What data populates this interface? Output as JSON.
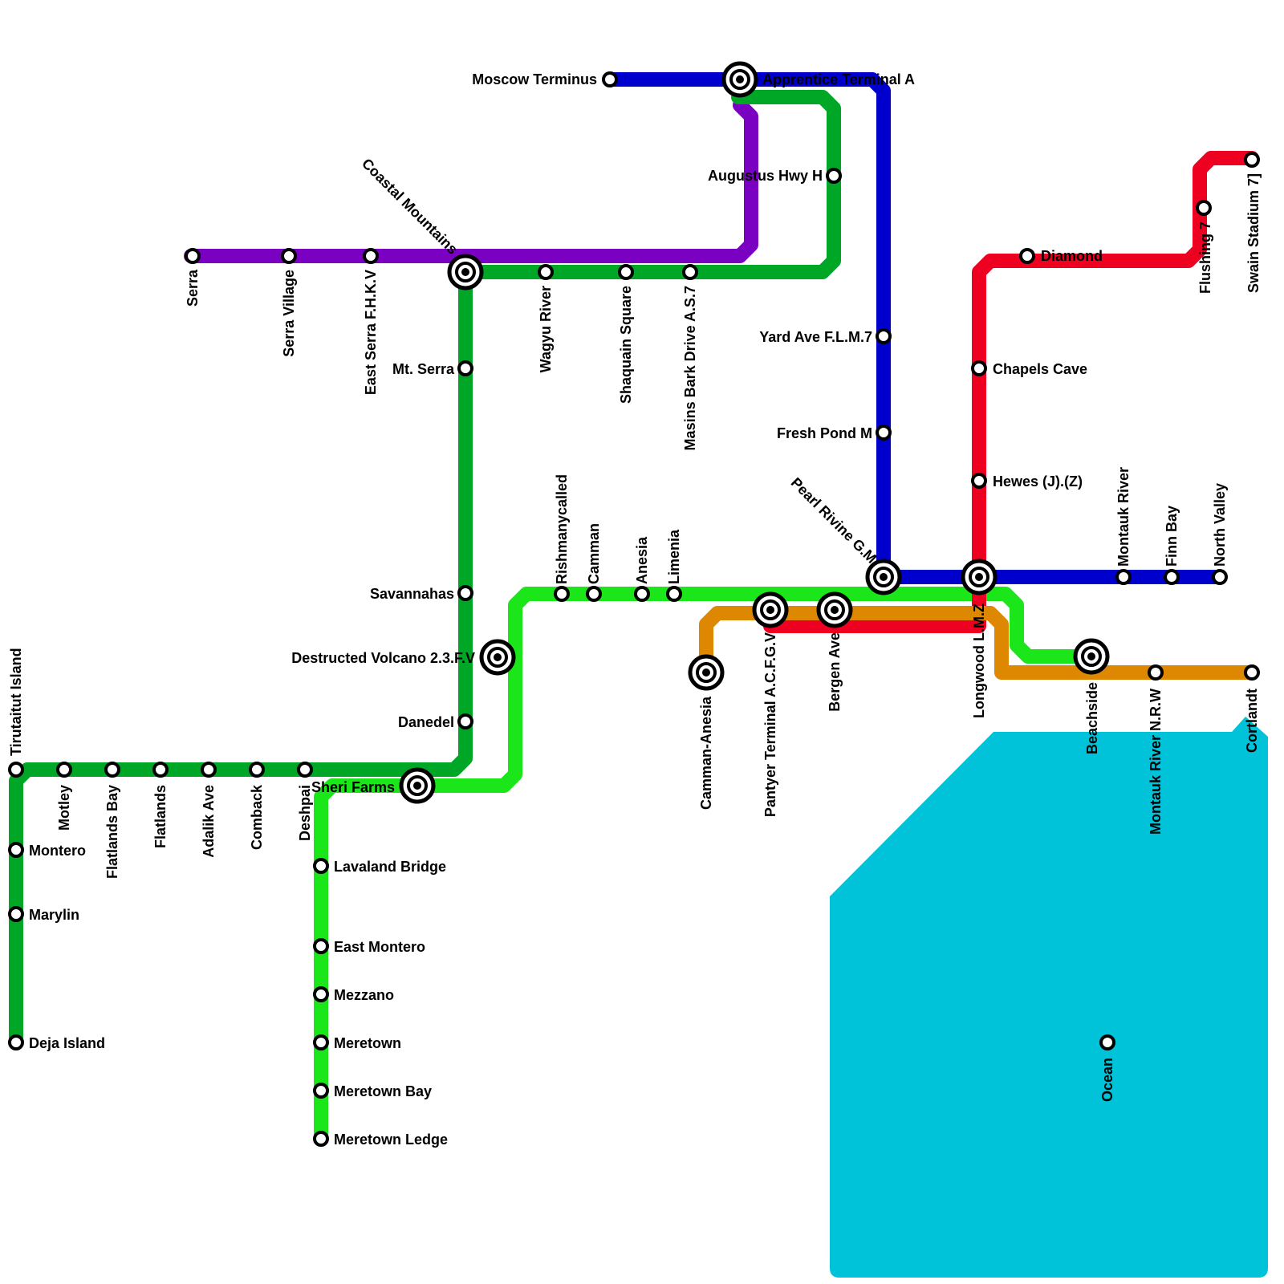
{
  "colors": {
    "dark_green": "#00a626",
    "light_green": "#1ae61a",
    "purple": "#7a00c2",
    "blue": "#0000cc",
    "red": "#ee0020",
    "orange": "#de8700",
    "water": "#00c2d9"
  },
  "lines": [
    {
      "id": "dark-green-line",
      "color": "dark_green"
    },
    {
      "id": "light-green-line",
      "color": "light_green"
    },
    {
      "id": "purple-line",
      "color": "purple"
    },
    {
      "id": "blue-line",
      "color": "blue"
    },
    {
      "id": "red-line",
      "color": "red"
    },
    {
      "id": "orange-line",
      "color": "orange"
    }
  ],
  "stations": [
    {
      "name": "Moscow Terminus",
      "interchange": false
    },
    {
      "name": "Apprentice Terminal A",
      "interchange": true
    },
    {
      "name": "Augustus Hwy H",
      "interchange": false
    },
    {
      "name": "Coastal Mountains",
      "interchange": true
    },
    {
      "name": "Serra",
      "interchange": false
    },
    {
      "name": "Serra Village",
      "interchange": false
    },
    {
      "name": "East Serra F.H.K.V",
      "interchange": false
    },
    {
      "name": "Wagyu River",
      "interchange": false
    },
    {
      "name": "Shaquain Square",
      "interchange": false
    },
    {
      "name": "Masins Bark Drive A.S.7",
      "interchange": false
    },
    {
      "name": "Mt. Serra",
      "interchange": false
    },
    {
      "name": "Savannahas",
      "interchange": false
    },
    {
      "name": "Destructed Volcano 2.3.F.V",
      "interchange": true
    },
    {
      "name": "Danedel",
      "interchange": false
    },
    {
      "name": "Tirutaitut Island",
      "interchange": false
    },
    {
      "name": "Motley",
      "interchange": false
    },
    {
      "name": "Flatlands Bay",
      "interchange": false
    },
    {
      "name": "Flatlands",
      "interchange": false
    },
    {
      "name": "Adalik Ave",
      "interchange": false
    },
    {
      "name": "Comback",
      "interchange": false
    },
    {
      "name": "Deshpai",
      "interchange": false
    },
    {
      "name": "Sheri Farms",
      "interchange": true
    },
    {
      "name": "Montero",
      "interchange": false
    },
    {
      "name": "Marylin",
      "interchange": false
    },
    {
      "name": "Deja Island",
      "interchange": false
    },
    {
      "name": "Lavaland Bridge",
      "interchange": false
    },
    {
      "name": "East Montero",
      "interchange": false
    },
    {
      "name": "Mezzano",
      "interchange": false
    },
    {
      "name": "Meretown",
      "interchange": false
    },
    {
      "name": "Meretown Bay",
      "interchange": false
    },
    {
      "name": "Meretown Ledge",
      "interchange": false
    },
    {
      "name": "Rishmanycalled",
      "interchange": false
    },
    {
      "name": "Camman",
      "interchange": false
    },
    {
      "name": "Anesia",
      "interchange": false
    },
    {
      "name": "Limenia",
      "interchange": false
    },
    {
      "name": "Camman-Anesia",
      "interchange": true
    },
    {
      "name": "Pantyer Terminal A.C.F.G.V",
      "interchange": true
    },
    {
      "name": "Bergen Ave",
      "interchange": true
    },
    {
      "name": "Pearl Rivine G.M",
      "interchange": true
    },
    {
      "name": "Longwood L.M.Z",
      "interchange": true
    },
    {
      "name": "Yard Ave F.L.M.7",
      "interchange": false
    },
    {
      "name": "Fresh Pond M",
      "interchange": false
    },
    {
      "name": "Chapels Cave",
      "interchange": false
    },
    {
      "name": "Hewes (J).(Z)",
      "interchange": false
    },
    {
      "name": "Diamond",
      "interchange": false
    },
    {
      "name": "Flushing 7",
      "interchange": false
    },
    {
      "name": "Swain Stadium 7]",
      "interchange": false
    },
    {
      "name": "Montauk River",
      "interchange": false
    },
    {
      "name": "Finn Bay",
      "interchange": false
    },
    {
      "name": "North Valley",
      "interchange": false
    },
    {
      "name": "Beachside",
      "interchange": true
    },
    {
      "name": "Montauk River N.R.W",
      "interchange": false
    },
    {
      "name": "Cortlandt",
      "interchange": false
    },
    {
      "name": "Ocean",
      "interchange": false
    }
  ]
}
